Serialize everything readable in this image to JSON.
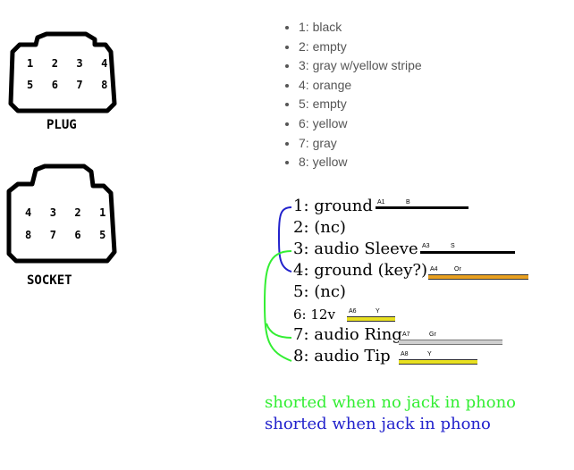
{
  "connectors": {
    "plug": {
      "row1": [
        "1",
        "2",
        "3",
        "4"
      ],
      "row2": [
        "5",
        "6",
        "7",
        "8"
      ],
      "caption": "PLUG"
    },
    "socket": {
      "row1": [
        "4",
        "3",
        "2",
        "1"
      ],
      "row2": [
        "8",
        "7",
        "6",
        "5"
      ],
      "caption": "SOCKET"
    }
  },
  "wire_colors": [
    "1: black",
    "2: empty",
    "3: gray w/yellow stripe",
    "4: orange",
    "5: empty",
    "6: yellow",
    "7: gray",
    "8: yellow"
  ],
  "pins": [
    {
      "label": "1: ground",
      "tag_a": "A1",
      "tag_b": "B",
      "wire": "black"
    },
    {
      "label": "2: (nc)"
    },
    {
      "label": "3: audio Sleeve",
      "tag_a": "A3",
      "tag_b": "S",
      "wire": "black"
    },
    {
      "label": "4: ground (key?)",
      "tag_a": "A4",
      "tag_b": "Or",
      "wire": "orange"
    },
    {
      "label": "5: (nc)"
    },
    {
      "label": "6: 12v",
      "tag_a": "A6",
      "tag_b": "Y",
      "wire": "yellow"
    },
    {
      "label": "7: audio Ring",
      "tag_a": "A7",
      "tag_b": "Gr",
      "wire": "gray"
    },
    {
      "label": "8: audio Tip",
      "tag_a": "A8",
      "tag_b": "Y",
      "wire": "yellow"
    }
  ],
  "legend": {
    "green_text": "shorted when no jack in phono",
    "blue_text": "shorted when jack in phono"
  },
  "colors": {
    "green": "#33ee33",
    "blue": "#2222cc",
    "black": "#000000",
    "orange": "#e8a020",
    "yellow": "#e8e020",
    "gray": "#b0b0b0",
    "bullet_text": "#555555"
  }
}
